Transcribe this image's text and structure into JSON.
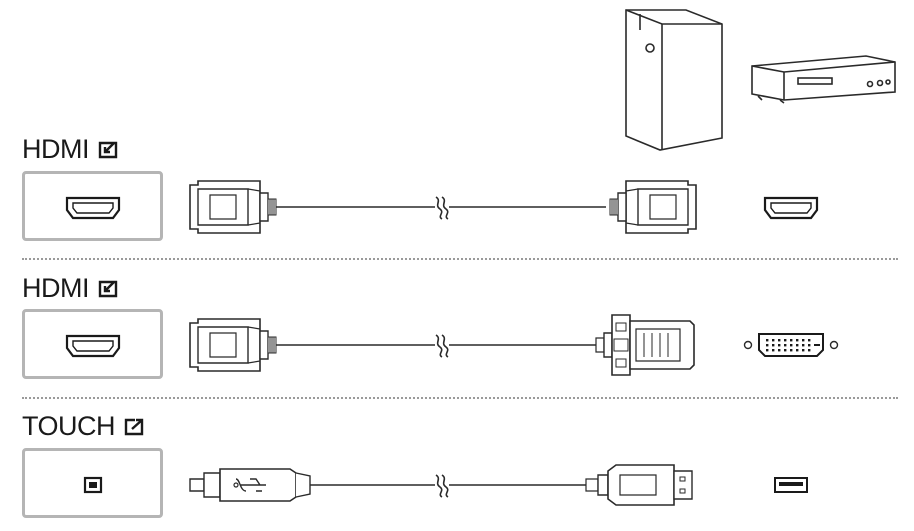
{
  "sections": [
    {
      "label": "HDMI",
      "arrow": "input-arrow-icon",
      "port": "hdmi-port",
      "cable": "hdmi-to-hdmi-cable",
      "device_port": "hdmi-port"
    },
    {
      "label": "HDMI",
      "arrow": "input-arrow-icon",
      "port": "hdmi-port",
      "cable": "hdmi-to-dvi-cable",
      "device_port": "dvi-port"
    },
    {
      "label": "TOUCH",
      "arrow": "output-arrow-icon",
      "port": "usb-b-port",
      "cable": "usb-b-to-usb-a-cable",
      "device_port": "usb-a-port"
    }
  ],
  "devices": [
    "pc-tower-icon",
    "dvd-player-icon"
  ],
  "colors": {
    "line": "#2a2a2a",
    "box_border": "#b5b5b5",
    "divider": "#9a9a9a"
  }
}
